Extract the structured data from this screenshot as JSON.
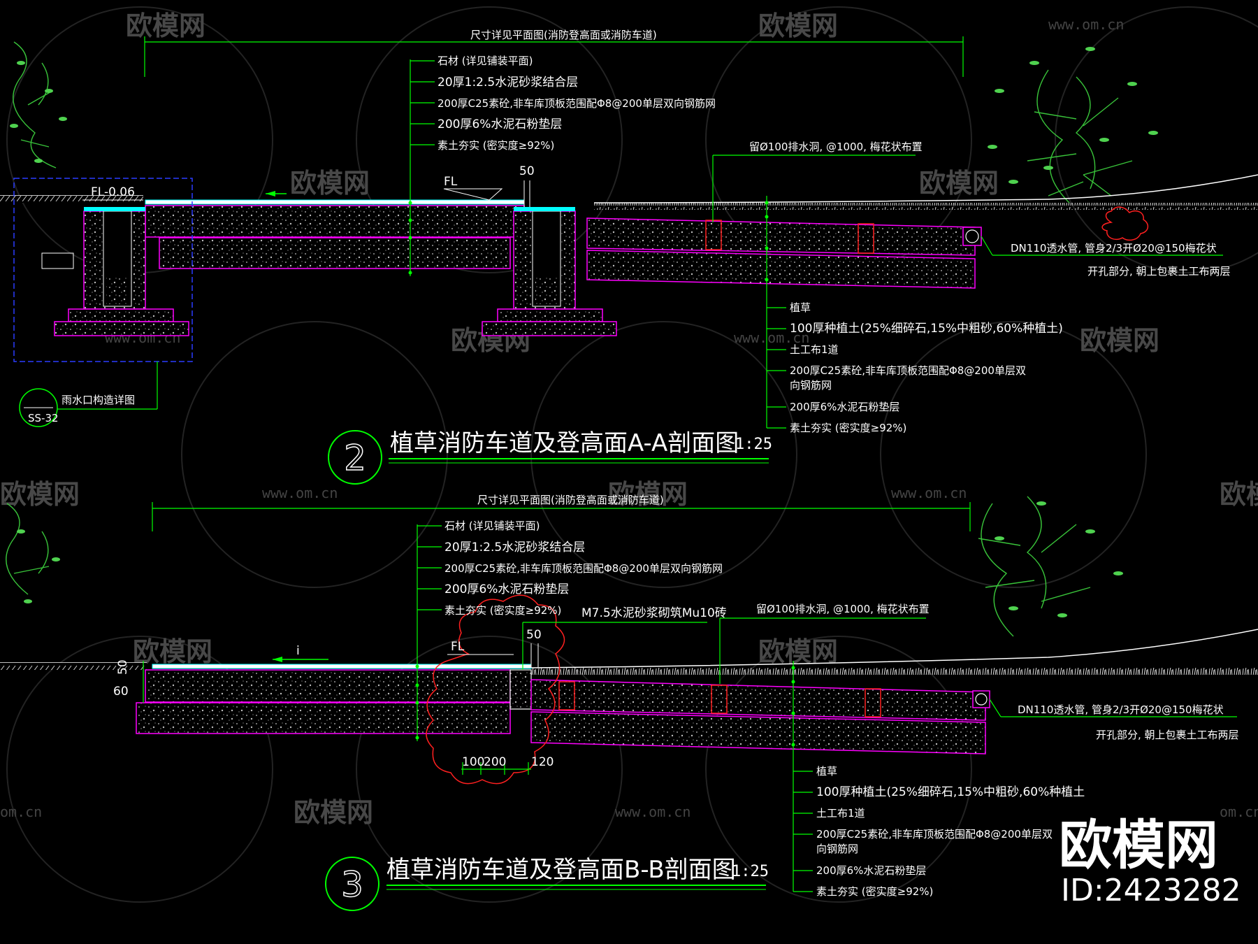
{
  "watermark": {
    "brand": "欧模网",
    "url": "www.om.cn",
    "url_short": "om.cn"
  },
  "section_a": {
    "title": "植草消防车道及登高面A-A剖面图",
    "scale": "1:25",
    "number": "2",
    "dimension_note": "尺寸详见平面图(消防登高面或消防车道)",
    "paving_layers": [
      "石材 (详见铺装平面)",
      "20厚1:2.5水泥砂浆结合层",
      "200厚C25素砼,非车库顶板范围配Φ8@200单层双向钢筋网",
      "200厚6%水泥石粉垫层",
      "素土夯实 (密实度≥92%)"
    ],
    "drain_hole_note": "留Ø100排水洞, @1000, 梅花状布置",
    "fl_level": "FL-0.06",
    "fl_label": "FL",
    "dim_50": "50",
    "pipe_note_1": "DN110透水管, 管身2/3开Ø20@150梅花状",
    "pipe_note_2": "开孔部分, 朝上包裹土工布两层",
    "grass_layers": [
      "植草",
      "100厚种植土(25%细碎石,15%中粗砂,60%种植土)",
      "土工布1道",
      "200厚C25素砼,非车库顶板范围配Φ8@200单层双",
      "向钢筋网",
      "200厚6%水泥石粉垫层",
      "素土夯实 (密实度≥92%)"
    ],
    "detail_ref": "雨水口构造详图",
    "detail_code": "SS-32"
  },
  "section_b": {
    "title": "植草消防车道及登高面B-B剖面图",
    "scale": "1:25",
    "number": "3",
    "dimension_note": "尺寸详见平面图(消防登高面或消防车道)",
    "paving_layers": [
      "石材 (详见铺装平面)",
      "20厚1:2.5水泥砂浆结合层",
      "200厚C25素砼,非车库顶板范围配Φ8@200单层双向钢筋网",
      "200厚6%水泥石粉垫层",
      "素土夯实 (密实度≥92%)"
    ],
    "brick_note": "M7.5水泥砂浆砌筑Mu10砖",
    "drain_hole_note": "留Ø100排水洞, @1000, 梅花状布置",
    "fl_label": "FL",
    "slope_label": "i",
    "dim_50": "50",
    "dim_50v": "50",
    "dim_60": "60",
    "dim_100": "100",
    "dim_200": "200",
    "dim_120": "120",
    "pipe_note_1": "DN110透水管, 管身2/3开Ø20@150梅花状",
    "pipe_note_2": "开孔部分, 朝上包裹土工布两层",
    "grass_layers": [
      "植草",
      "100厚种植土(25%细碎石,15%中粗砂,60%种植土",
      "土工布1道",
      "200厚C25素砼,非车库顶板范围配Φ8@200单层双",
      "向钢筋网",
      "200厚6%水泥石粉垫层",
      "素土夯实 (密实度≥92%)"
    ]
  },
  "brand_block": {
    "name": "欧模网",
    "id": "ID:2423282"
  },
  "colors": {
    "background": "#000000",
    "leader": "#00ff00",
    "layer": "#ff00ff",
    "drain": "#ff0000",
    "blue": "#2a3cff",
    "text": "#ffffff"
  }
}
